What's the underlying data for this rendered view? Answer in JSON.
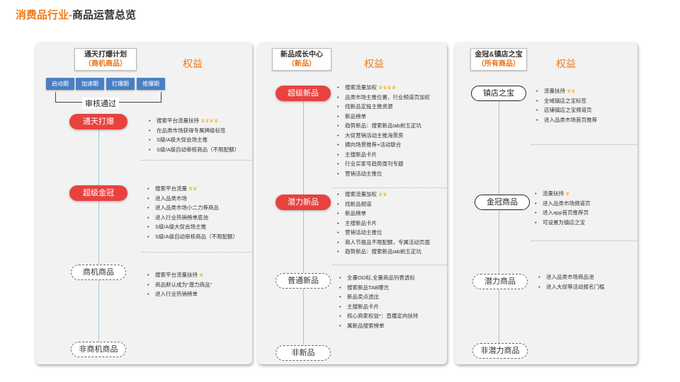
{
  "title": {
    "prefix": "消费品行业-",
    "main": "商品运营总览"
  },
  "columns": [
    {
      "header": "通天打爆计划",
      "sub": "（商机商品）",
      "rights": "权益",
      "phases": [
        "启动期",
        "加速期",
        "打爆期",
        "维爆期"
      ],
      "audit": "审核通过",
      "tiers": [
        {
          "label": "通天打爆",
          "items": [
            {
              "text": "搜索平台流量扶持",
              "crowns": "♛♛♛♛"
            },
            {
              "text": "在品类市场获得专属牌级标签"
            },
            {
              "text": "S级/A级大促会场主推"
            },
            {
              "text": "S级/A级自动审核商品（不限配额）"
            }
          ]
        },
        {
          "label": "超级金冠",
          "items": [
            {
              "text": "搜索平台流量",
              "crowns": "♛♛"
            },
            {
              "text": "进入品类市场"
            },
            {
              "text": "进入品类市场小二力荐商品"
            },
            {
              "text": "进入行业热销榜单底池"
            },
            {
              "text": "S级/A级大促会场主推"
            },
            {
              "text": "S级/A级自动审核商品（不限配额）"
            }
          ]
        },
        {
          "label": "商机商品",
          "items": [
            {
              "text": "搜索平台流量扶持",
              "crowns": "♛"
            },
            {
              "text": "商品默认成为“潜力商品”"
            },
            {
              "text": "进入行业热销榜单"
            }
          ]
        },
        {
          "label": "非商机商品",
          "items": []
        }
      ]
    },
    {
      "header": "新品成长中心",
      "sub": "（新品）",
      "rights": "权益",
      "tiers": [
        {
          "label": "超级新品",
          "items": [
            {
              "text": "搜索流量加权",
              "crowns": "♛♛♛♛"
            },
            {
              "text": "品类市场主推位置，行业频道页加权"
            },
            {
              "text": "找新品定投主推资源"
            },
            {
              "text": "新品榜单"
            },
            {
              "text": "趋势新品：搜索新品tab前五定坑"
            },
            {
              "text": "大促营销活动主推海景房"
            },
            {
              "text": "横向场景推荐+活动联合"
            },
            {
              "text": "主搜新品卡片"
            },
            {
              "text": "行业买家号趋势周刊专题"
            },
            {
              "text": "营销活动主推位"
            }
          ]
        },
        {
          "label": "潜力新品",
          "items": [
            {
              "text": "搜索流量加权",
              "crowns": "♛♛"
            },
            {
              "text": "找新品频道"
            },
            {
              "text": "新品榜单"
            },
            {
              "text": "主搜新品卡片"
            },
            {
              "text": "营销活动主推位"
            },
            {
              "text": "商人节报品不限配额，专属活动页面"
            },
            {
              "text": "趋势新品：搜索新品tab前五定坑"
            }
          ]
        },
        {
          "label": "普通新品",
          "items": [
            {
              "text": "全量OD标,全量商品列表透标"
            },
            {
              "text": "搜索新品TAB曝光"
            },
            {
              "text": "新品卖点透出"
            },
            {
              "text": "主搜新品卡片"
            },
            {
              "text": "核心商家权益*：直播定向扶持"
            },
            {
              "text": "属新品搜索榜单"
            }
          ]
        },
        {
          "label": "非新品",
          "items": []
        }
      ]
    },
    {
      "header": "金冠&镇店之宝",
      "sub": "（所有商品）",
      "rights": "权益",
      "tiers": [
        {
          "label": "镇店之宝",
          "items": [
            {
              "text": "流量扶持",
              "crowns": "♛♛"
            },
            {
              "text": "全域镇店之宝标签"
            },
            {
              "text": "店铺镇店之宝频道页"
            },
            {
              "text": "进入品类市场首页推荐"
            }
          ]
        },
        {
          "label": "金冠商品",
          "items": [
            {
              "text": "流量扶持",
              "crowns": "♛"
            },
            {
              "text": "进入品类市场频道页"
            },
            {
              "text": "进入app首页推荐页"
            },
            {
              "text": "可设置为镇店之宝"
            }
          ]
        },
        {
          "label": "潜力商品",
          "items": [
            {
              "text": "进入品类市场商品池"
            },
            {
              "text": "进入大促等活动报名门槛"
            }
          ]
        },
        {
          "label": "非潜力商品",
          "items": []
        }
      ]
    }
  ],
  "colors": {
    "accent": "#f07a17",
    "tier_red": "#e8423f",
    "phase_blue": "#4a7fc4"
  }
}
